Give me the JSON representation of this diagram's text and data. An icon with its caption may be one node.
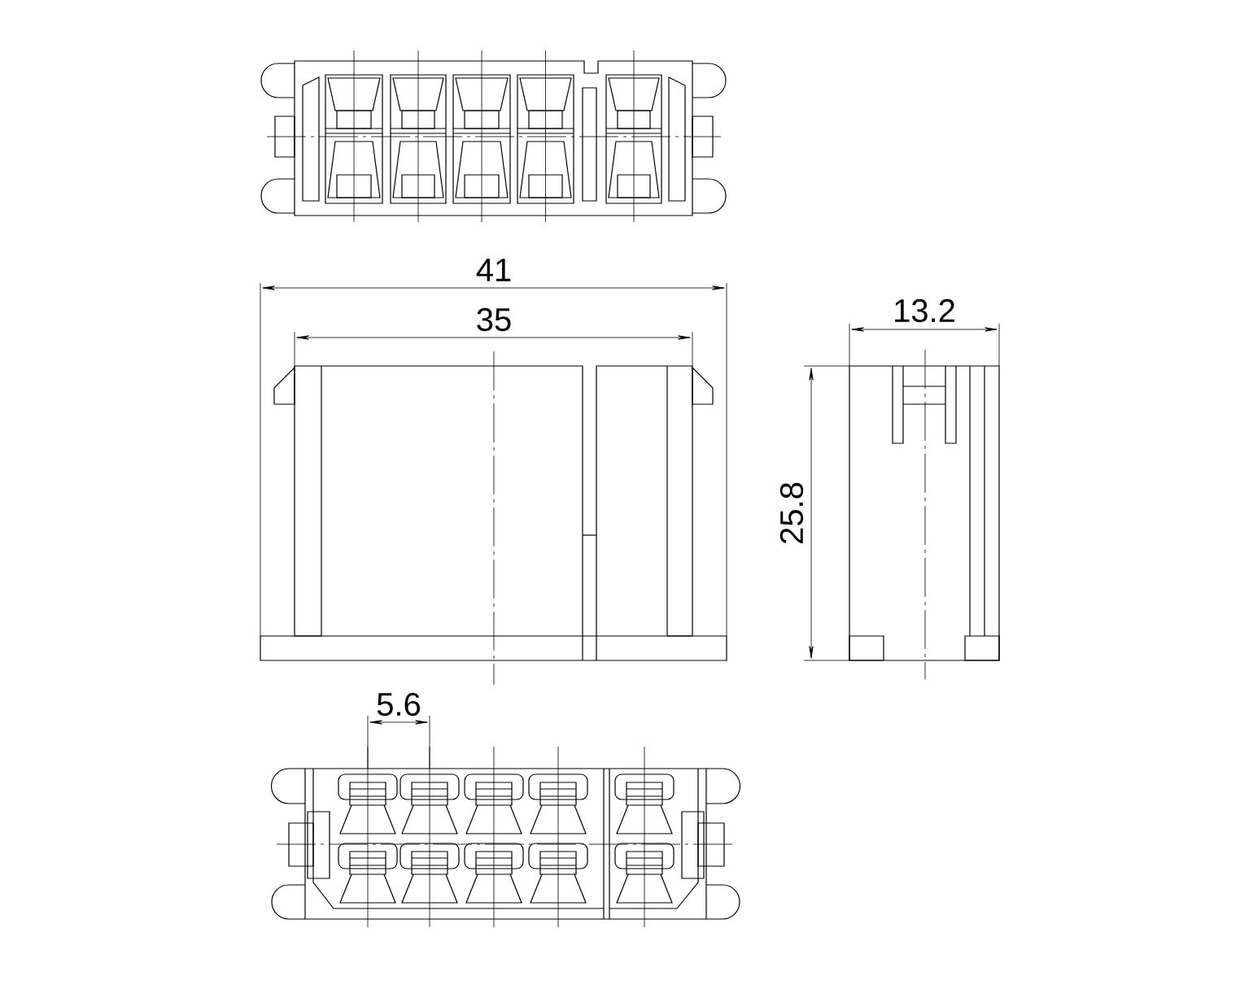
{
  "diagram": {
    "labels": [
      "41",
      "13.2",
      "35",
      "25.8",
      "5.6"
    ]
  }
}
